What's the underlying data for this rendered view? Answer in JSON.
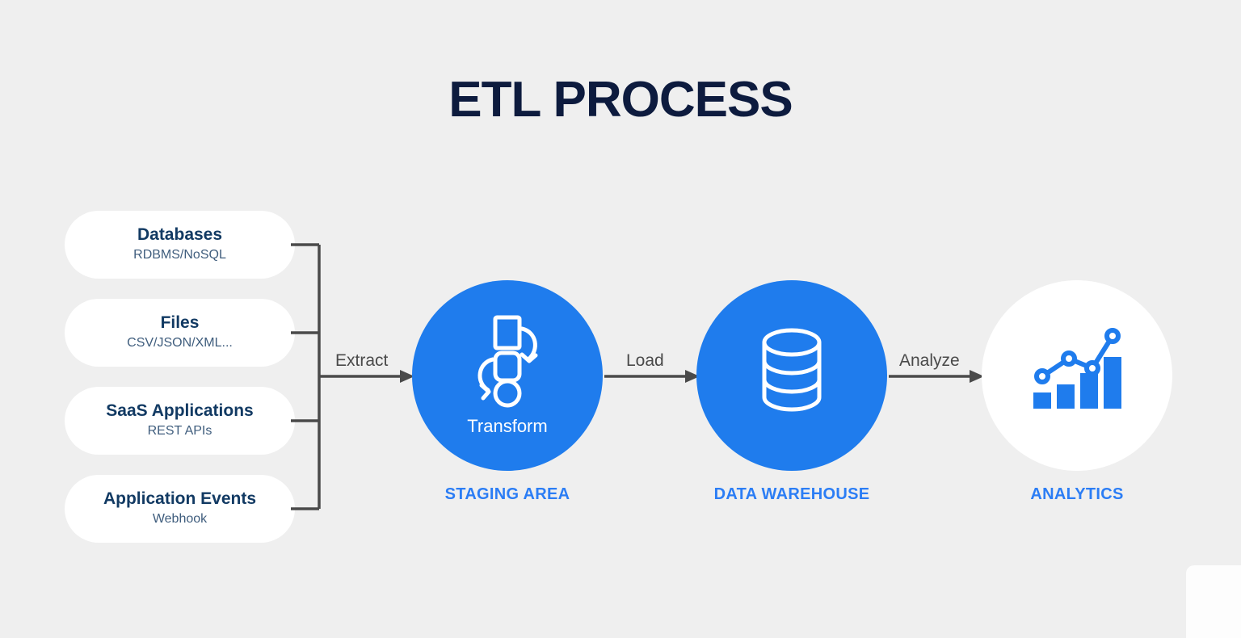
{
  "page": {
    "title": "ETL PROCESS",
    "background_color": "#efefef"
  },
  "colors": {
    "title_navy": "#0d1b3e",
    "accent_blue": "#1f7ced",
    "caption_blue": "#2b7df5",
    "card_title": "#123a63",
    "card_subtitle": "#3f5d7d",
    "connector_gray": "#4a4a4a",
    "card_background": "#ffffff"
  },
  "sources": {
    "cards": [
      {
        "title": "Databases",
        "subtitle": "RDBMS/NoSQL"
      },
      {
        "title": "Files",
        "subtitle": "CSV/JSON/XML..."
      },
      {
        "title": "SaaS Applications",
        "subtitle": "REST APIs"
      },
      {
        "title": "Application Events",
        "subtitle": "Webhook"
      }
    ]
  },
  "arrows": [
    {
      "label": "Extract",
      "icon": "arrow-right-icon"
    },
    {
      "label": "Load",
      "icon": "arrow-right-icon"
    },
    {
      "label": "Analyze",
      "icon": "arrow-right-icon"
    }
  ],
  "stages": [
    {
      "inner_label": "Transform",
      "caption": "STAGING AREA",
      "icon": "transform-icon",
      "style": "blue-circle"
    },
    {
      "inner_label": "",
      "caption": "DATA WAREHOUSE",
      "icon": "database-cylinder-icon",
      "style": "blue-circle"
    },
    {
      "inner_label": "",
      "caption": "ANALYTICS",
      "icon": "bar-chart-line-icon",
      "style": "white-circle"
    }
  ],
  "chart_icon": {
    "type": "bar",
    "bar_values": [
      1,
      1.6,
      2.5,
      3.8
    ],
    "line_points": [
      1,
      2.6,
      1.9,
      4.2
    ]
  }
}
